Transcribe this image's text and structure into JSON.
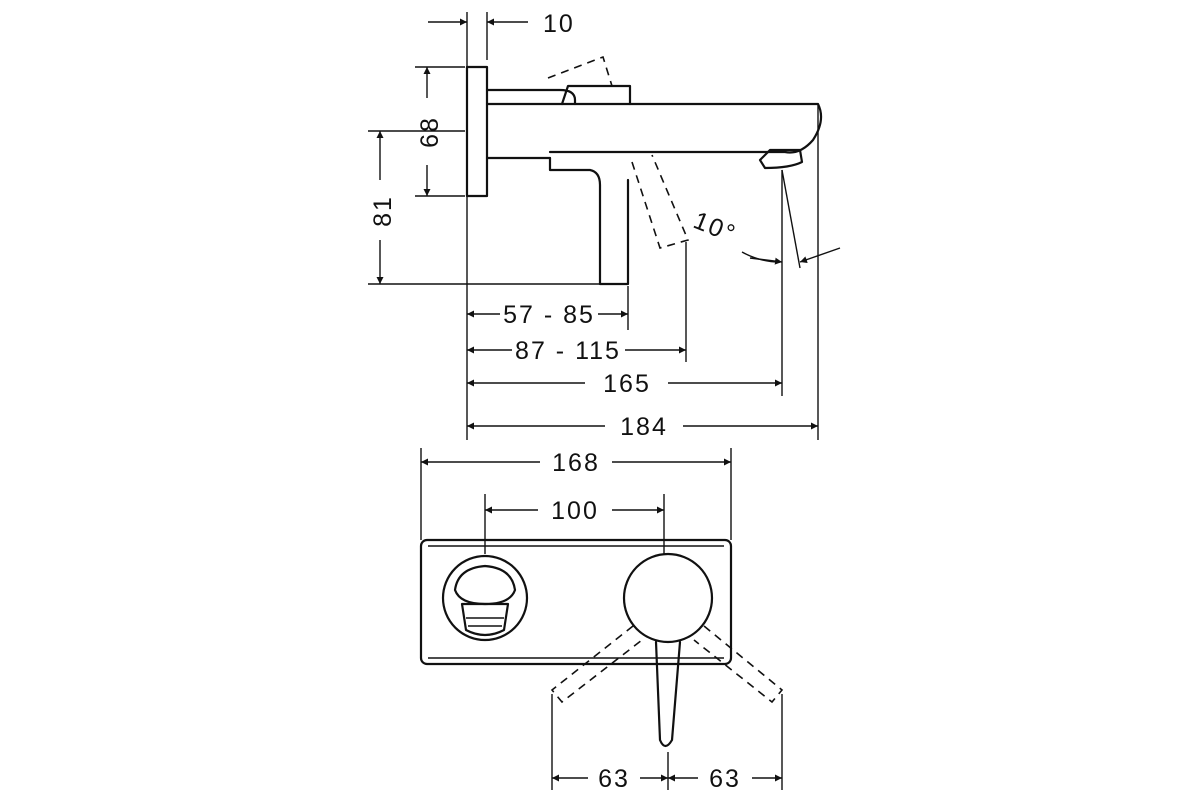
{
  "dimensions": {
    "flange_thickness": "10",
    "flange_height": "68",
    "lever_height": "81",
    "lever_projection": "57 - 85",
    "lever_swing_projection": "87 - 115",
    "spout_projection": "165",
    "overall_projection": "184",
    "swing_angle": "10°",
    "plate_width": "168",
    "center_distance": "100",
    "lever_left_swing": "63",
    "lever_right_swing": "63"
  },
  "colors": {
    "line": "#111111",
    "background": "#ffffff"
  }
}
